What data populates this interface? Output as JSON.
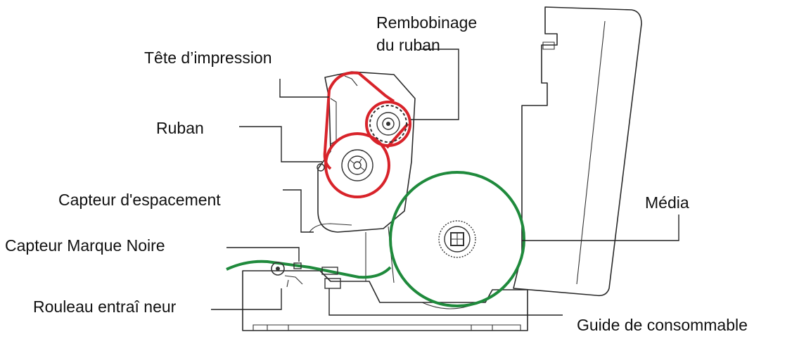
{
  "labels": {
    "tete": "Tête d’impression",
    "rembobinage_1": "Rembobinage",
    "rembobinage_2": "du ruban",
    "ruban": "Ruban",
    "capteur_espacement": "Capteur d'espacement",
    "media": "Média",
    "capteur_marque": "Capteur Marque Noire",
    "rouleau": "Rouleau entraî neur",
    "guide": "Guide de consommable"
  },
  "colors": {
    "ribbon": "#d8232a",
    "media": "#1f8a3c",
    "outline": "#2a2a2a"
  }
}
